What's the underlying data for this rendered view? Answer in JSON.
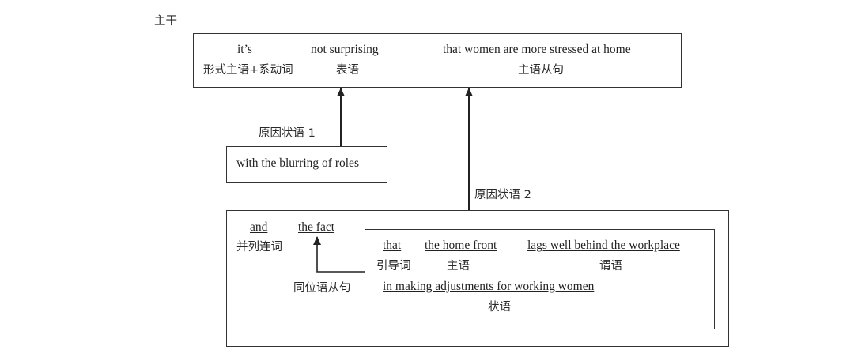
{
  "main_label": "主干",
  "main_clause": {
    "it_s": "it’s",
    "it_s_role": "形式主语+系动词",
    "not_surprising": "not surprising",
    "not_surprising_role": "表语",
    "that_clause": "that women are more stressed at home",
    "that_clause_role": "主语从句"
  },
  "adverbial1": {
    "label": "原因状语 1",
    "phrase": "with the blurring of roles"
  },
  "adverbial2": {
    "label": "原因状语 2",
    "and": "and",
    "and_role": "并列连词",
    "the_fact": "the fact",
    "appositive_label": "同位语从句",
    "inner": {
      "that": "that",
      "that_role": "引导词",
      "home_front": "the home front",
      "home_front_role": "主语",
      "lags": "lags well behind the workplace",
      "lags_role": "谓语",
      "making": "in making adjustments for working women",
      "making_role": "状语"
    }
  }
}
